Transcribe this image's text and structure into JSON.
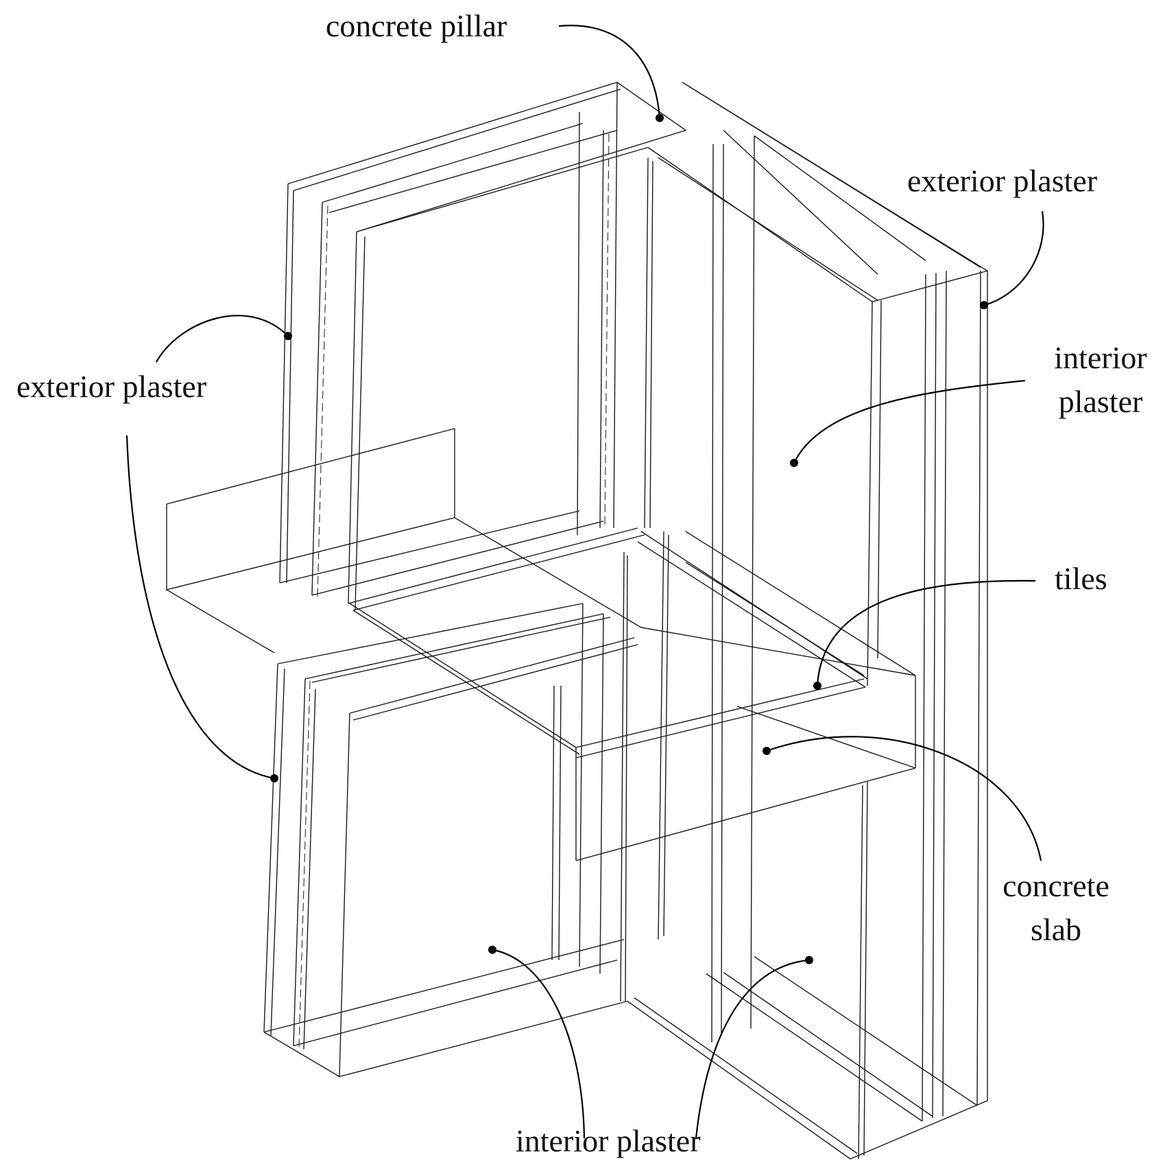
{
  "labels": {
    "concrete_pillar": "concrete pillar",
    "exterior_plaster_top_right": "exterior plaster",
    "exterior_plaster_left": "exterior plaster",
    "interior_plaster_right_line1": "interior",
    "interior_plaster_right_line2": "plaster",
    "tiles": "tiles",
    "concrete_slab_line1": "concrete",
    "concrete_slab_line2": "slab",
    "interior_plaster_bottom": "interior plaster"
  },
  "colors": {
    "line": "#1a1a1a",
    "text": "#111111",
    "background": "#ffffff"
  }
}
